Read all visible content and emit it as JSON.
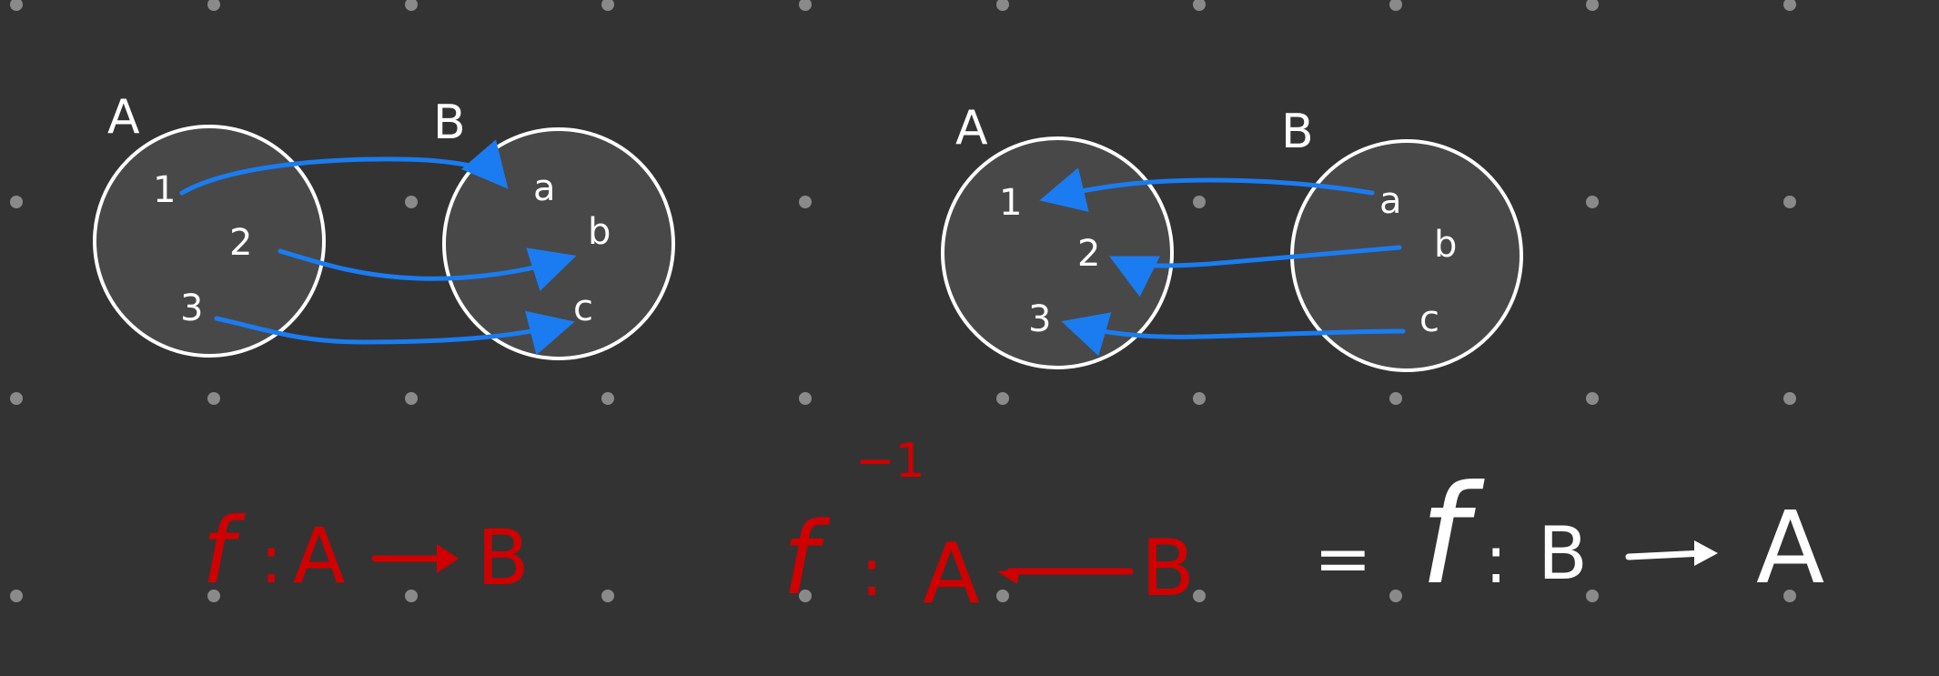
{
  "canvas": {
    "background": "#333333",
    "dot_color": "#8a8a8a",
    "set_fill": "#484848",
    "set_stroke": "#ffffff",
    "arrow_color": "#1a7cf0",
    "formula_red": "#d10000",
    "formula_white": "#ffffff"
  },
  "left_diagram": {
    "set_a": {
      "label": "A",
      "elements": [
        "1",
        "2",
        "3"
      ]
    },
    "set_b": {
      "label": "B",
      "elements": [
        "a",
        "b",
        "c"
      ]
    },
    "arrow_direction": "A to B"
  },
  "right_diagram": {
    "set_a": {
      "label": "A",
      "elements": [
        "1",
        "2",
        "3"
      ]
    },
    "set_b": {
      "label": "B",
      "elements": [
        "a",
        "b",
        "c"
      ]
    },
    "arrow_direction": "B to A"
  },
  "formulas": {
    "f": {
      "name": "f",
      "colon": ":",
      "domain": "A",
      "codomain": "B"
    },
    "f_inverse": {
      "name": "f",
      "exponent": "−1",
      "colon": ":",
      "left": "A",
      "right": "B"
    },
    "equals": "=",
    "f_swapped": {
      "name": "f",
      "colon": ":",
      "domain": "B",
      "codomain": "A"
    }
  }
}
